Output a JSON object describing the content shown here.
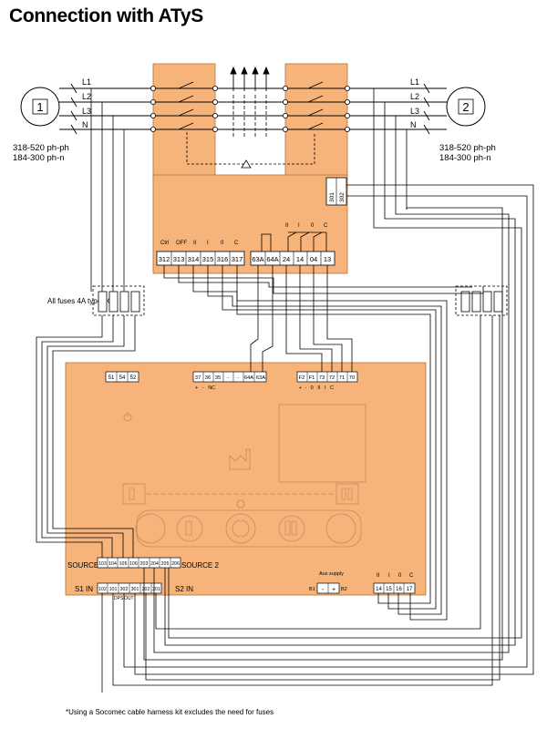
{
  "title": "Connection with ATyS",
  "colors": {
    "panel": "#f6b47a",
    "panel_stroke": "#b07040",
    "wire": "#000000"
  },
  "sources": [
    {
      "number": "1",
      "phase_labels": [
        "L1",
        "L2",
        "L3",
        "N"
      ],
      "rating_line1": "318-520 ph-ph",
      "rating_line2": "184-300 ph-n"
    },
    {
      "number": "2",
      "phase_labels": [
        "L1",
        "L2",
        "L3",
        "N"
      ],
      "rating_line1": "318-520 ph-ph",
      "rating_line2": "184-300 ph-n"
    }
  ],
  "atys": {
    "control_labels": [
      "Ctrl",
      "OFF",
      "II",
      "I",
      "0",
      "C"
    ],
    "control_terminals": [
      "312",
      "313",
      "314",
      "315",
      "316",
      "317"
    ],
    "output_labels": [
      "II",
      "I",
      "0",
      "C"
    ],
    "output_terminals": [
      "63A",
      "64A",
      "24",
      "14",
      "04",
      "13"
    ],
    "side_terminals": [
      "301",
      "302"
    ]
  },
  "fuse_note": "All fuses 4A type gG*",
  "controller": {
    "top_left_terminals": [
      "51",
      "54",
      "52"
    ],
    "top_mid_terminals": [
      "37",
      "36",
      "35",
      "-",
      "-",
      "64A",
      "63A"
    ],
    "top_mid_sub": "+   -   NC",
    "top_right_terminals": [
      "F2",
      "F1",
      "73",
      "72",
      "71",
      "70"
    ],
    "top_right_sub": "+  -   0   II   I   C",
    "source1_label": "SOURCE 1",
    "source2_label": "SOURCE 2",
    "source_terminals": [
      "103",
      "104",
      "105",
      "106",
      "203",
      "204",
      "205",
      "206"
    ],
    "s1_label": "S1 IN",
    "s2_label": "S2 IN",
    "in_terminals": [
      "102",
      "101",
      "302",
      "301",
      "202",
      "201"
    ],
    "dps_label": "DPS",
    "out_label": "OUT",
    "aux_label": "Aux supply",
    "aux_terminals": [
      "B1",
      "-",
      "+",
      "B2"
    ],
    "bottom_right_labels": [
      "II",
      "I",
      "0",
      "C"
    ],
    "bottom_right_terminals": [
      "14",
      "15",
      "16",
      "17"
    ]
  },
  "footnote": "*Using a Socomec cable harness kit excludes the need for fuses"
}
